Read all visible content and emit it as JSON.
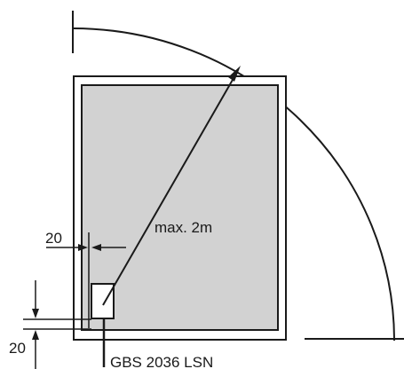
{
  "labels": {
    "max_distance": "max. 2m",
    "offset_top": "20",
    "offset_bottom": "20",
    "device": "GBS 2036 LSN"
  },
  "colors": {
    "stroke": "#1a1a1a",
    "panel_fill": "#d2d2d2",
    "frame_fill": "#ffffff"
  }
}
